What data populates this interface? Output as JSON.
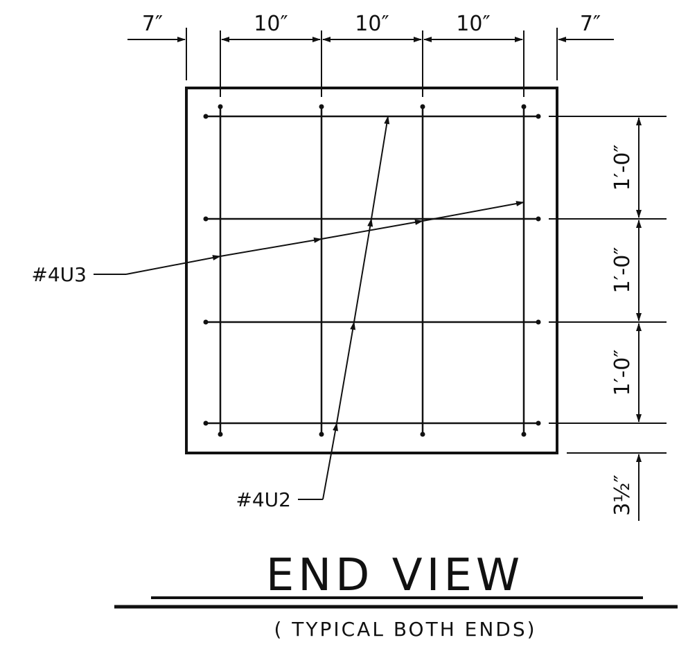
{
  "dimensions": {
    "top_left_cover": "7″",
    "top_spacing_1": "10″",
    "top_spacing_2": "10″",
    "top_spacing_3": "10″",
    "top_right_cover": "7″",
    "side_spacing_1": "1′-0″",
    "side_spacing_2": "1′-0″",
    "side_spacing_3": "1′-0″",
    "bottom_cover": "3½″"
  },
  "callouts": {
    "bar_u3": "#4U3",
    "bar_u2": "#4U2"
  },
  "title": "END VIEW",
  "subtitle": "( TYPICAL BOTH ENDS)"
}
